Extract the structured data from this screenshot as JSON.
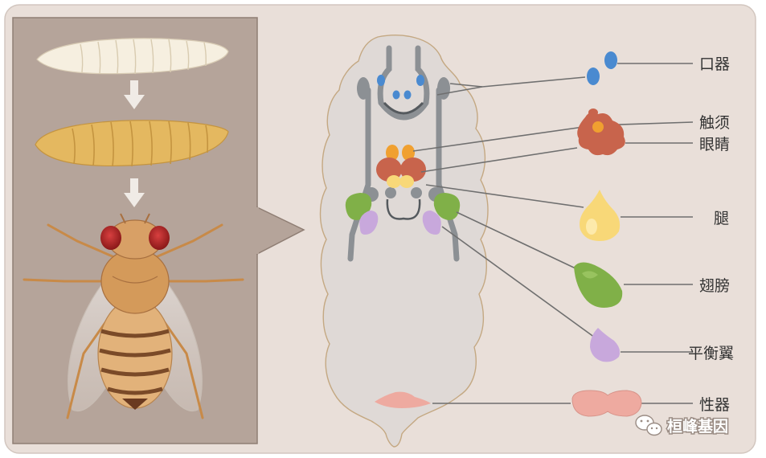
{
  "labels": {
    "mouthparts": "口器",
    "antenna": "触须",
    "eye": "眼睛",
    "leg": "腿",
    "wing": "翅膀",
    "haltere": "平衡翼",
    "genital": "性器"
  },
  "watermark": {
    "text": "桓峰基因",
    "icon": "wechat-icon"
  },
  "colors": {
    "background": "#e9dfd9",
    "left_panel": "#b5a49a",
    "mouthparts": "#4a8ad0",
    "antenna": "#f0a030",
    "eye": "#c8644c",
    "leg": "#f8d878",
    "wing": "#80b048",
    "haltere": "#c8a8dc",
    "genital": "#eeaaa0"
  }
}
